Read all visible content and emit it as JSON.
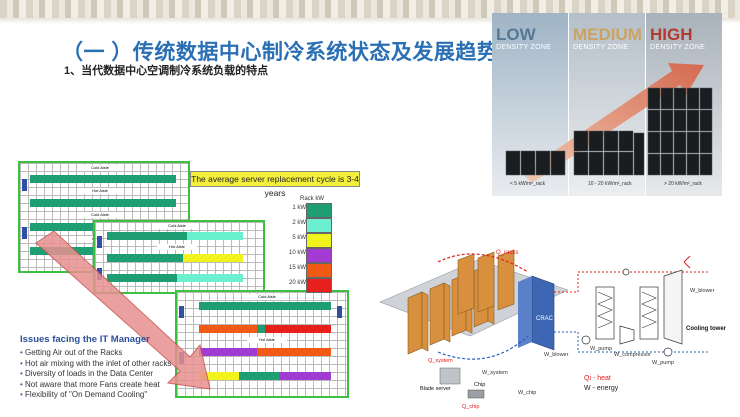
{
  "title": "（一 ）传统数据中心制冷系统状态及发展趋势",
  "subtitle": "1、当代数据中心空调制冷系统负载的特点",
  "density_zones": [
    {
      "label": "LOW",
      "sub": "DENSITY ZONE",
      "footnote": "< 5 kW/m²_rack",
      "color": "#6e8daa"
    },
    {
      "label": "MEDIUM",
      "sub": "DENSITY ZONE",
      "footnote": "10 - 20 kW/m²_rack",
      "color": "#d3b27a"
    },
    {
      "label": "HIGH",
      "sub": "DENSITY ZONE",
      "footnote": "> 20 kW/m²_rack",
      "color": "#b8473c"
    }
  ],
  "server_banner": "The average server replacement cycle is 3-4 years",
  "rack_legend": {
    "title": "Rack kW",
    "items": [
      {
        "label": "1 kW",
        "color": "#1f9e73"
      },
      {
        "label": "2 kW",
        "color": "#6af0cf"
      },
      {
        "label": "5 kW",
        "color": "#f2f21c"
      },
      {
        "label": "10 kW",
        "color": "#a13bd1"
      },
      {
        "label": "15 kW",
        "color": "#f05a14"
      },
      {
        "label": "20 kW",
        "color": "#e8201c"
      }
    ]
  },
  "aisles": {
    "cold": "Cold Aisle",
    "hot": "Hot Aisle"
  },
  "issues": {
    "title": "Issues facing the IT Manager",
    "items": [
      "Getting Air out of the Racks",
      "Hot air mixing with the inlet of other racks",
      "Diversity of loads in the Data Center",
      "Not aware that more Fans create heat",
      "Flexibility of \"On Demand Cooling\""
    ]
  },
  "cooling": {
    "q_racks": "Q_racks",
    "q_system": "Q_system",
    "w_system": "W_system",
    "q_chip": "Q_chip",
    "w_chip": "W_chip",
    "blade_server": "Blade server",
    "chip": "Chip",
    "w_blower": "W_blower",
    "w_pump": "W_pump",
    "w_compressor": "W_compressor",
    "w_pump2": "W_pump",
    "w_blower2": "W_blower",
    "cooling_tower": "Cooling tower",
    "crac": "CRAC",
    "legend_q": "Qi - heat",
    "legend_w": "W - energy"
  }
}
